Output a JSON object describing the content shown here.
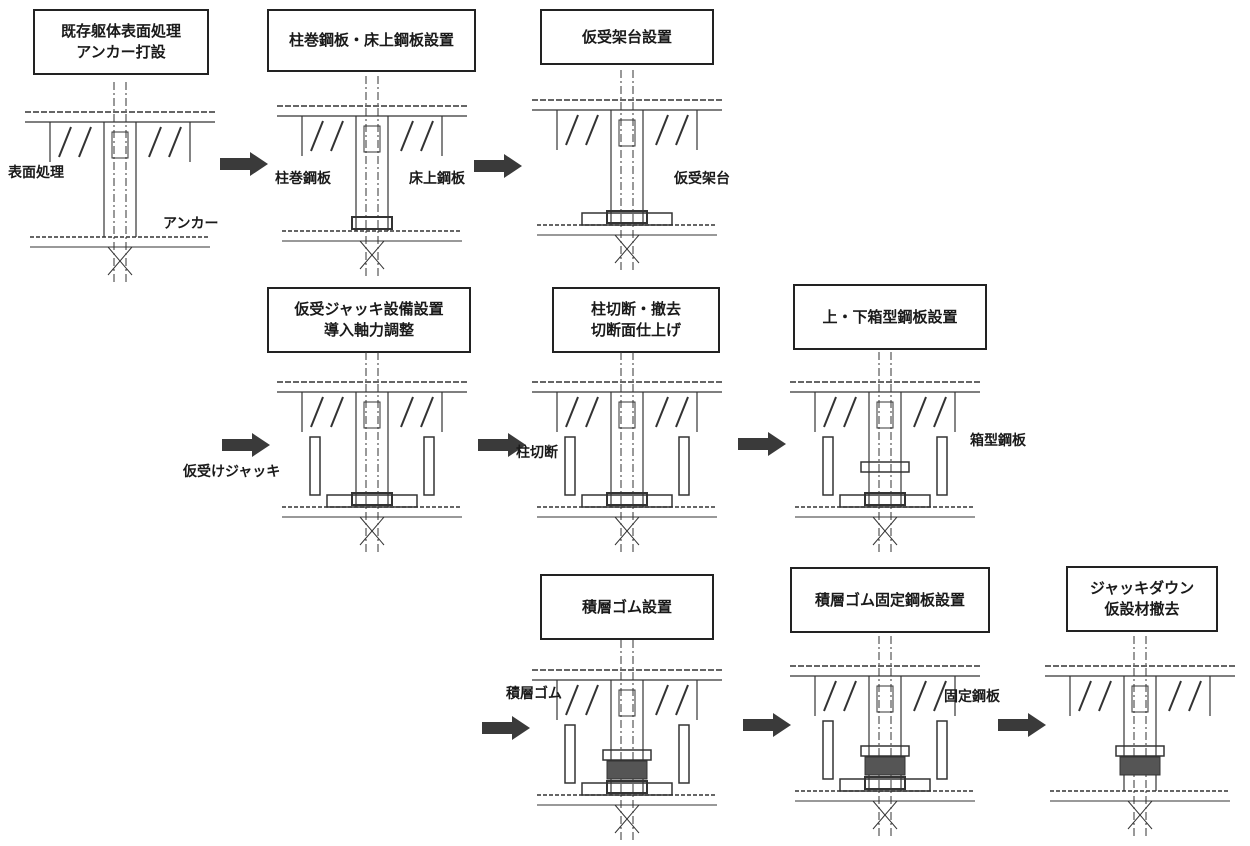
{
  "steps": [
    {
      "title": "既存躯体表面処理\nアンカー打設"
    },
    {
      "title": "柱巻鋼板・床上鋼板設置"
    },
    {
      "title": "仮受架台設置"
    },
    {
      "title": "仮受ジャッキ設備設置\n導入軸力調整"
    },
    {
      "title": "柱切断・撤去\n切断面仕上げ"
    },
    {
      "title": "上・下箱型鋼板設置"
    },
    {
      "title": "積層ゴム設置"
    },
    {
      "title": "積層ゴム固定鋼板設置"
    },
    {
      "title": "ジャッキダウン\n仮設材撤去"
    }
  ],
  "callouts": {
    "surface_treatment": "表面処理",
    "anchor": "アンカー",
    "column_wrap_plate": "柱巻鋼板",
    "floor_plate": "床上鋼板",
    "temp_support_frame": "仮受架台",
    "temp_jack": "仮受けジャッキ",
    "column_cut": "柱切断",
    "box_plate": "箱型鋼板",
    "laminated_rubber": "積層ゴム",
    "fixing_plate": "固定鋼板"
  },
  "colors": {
    "arrow": "#3a3a3a",
    "line": "#333333"
  }
}
